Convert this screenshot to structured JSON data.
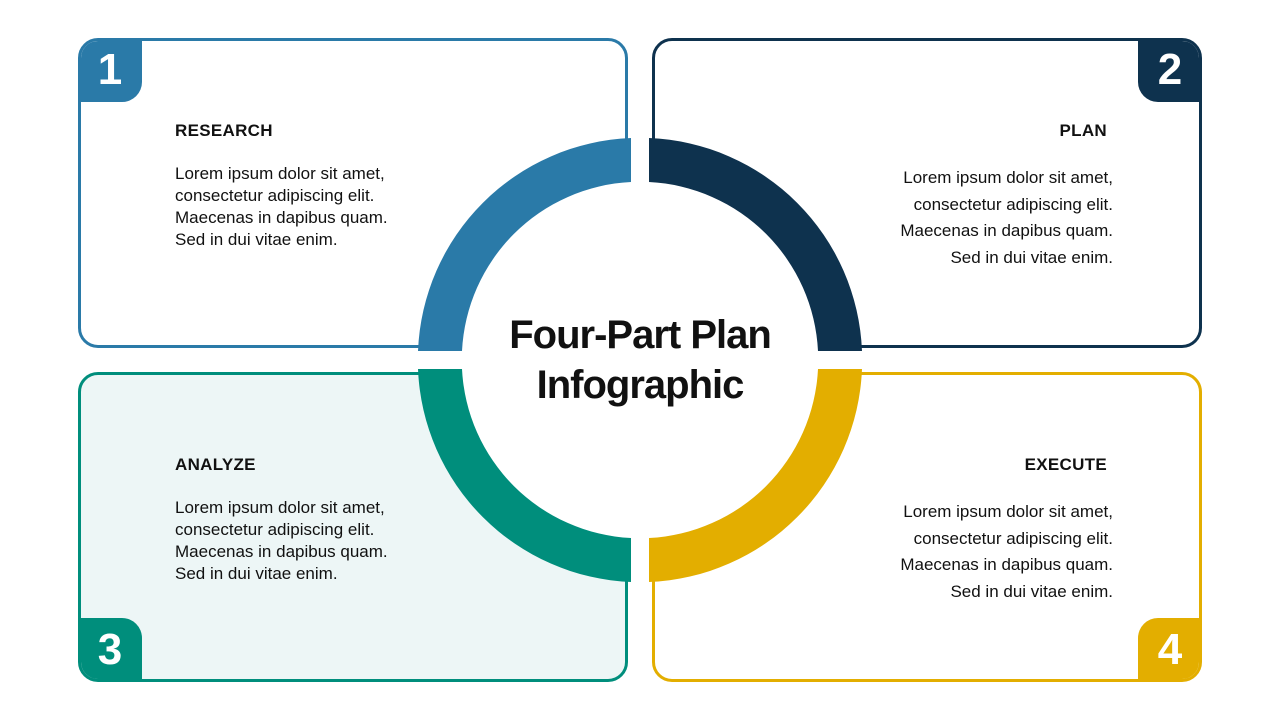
{
  "title_line1": "Four-Part Plan",
  "title_line2": "Infographic",
  "steps": [
    {
      "number": "1",
      "title": "RESEARCH",
      "body": "Lorem ipsum dolor sit amet,\nconsectetur adipiscing elit.\nMaecenas in dapibus quam.\nSed in dui vitae enim.",
      "color": "#2a7aa8"
    },
    {
      "number": "2",
      "title": "PLAN",
      "body": "Lorem ipsum dolor sit amet,\nconsectetur adipiscing elit.\nMaecenas in dapibus quam.\nSed in dui vitae enim.",
      "color": "#0e324e"
    },
    {
      "number": "3",
      "title": "ANALYZE",
      "body": "Lorem ipsum dolor sit amet,\nconsectetur adipiscing elit.\nMaecenas in dapibus quam.\nSed in dui vitae enim.",
      "color": "#008e7c"
    },
    {
      "number": "4",
      "title": "EXECUTE",
      "body": "Lorem ipsum dolor sit amet,\nconsectetur adipiscing elit.\nMaecenas in dapibus quam.\nSed in dui vitae enim.",
      "color": "#e3ae00"
    }
  ],
  "analyze_fill": "#edf6f6"
}
